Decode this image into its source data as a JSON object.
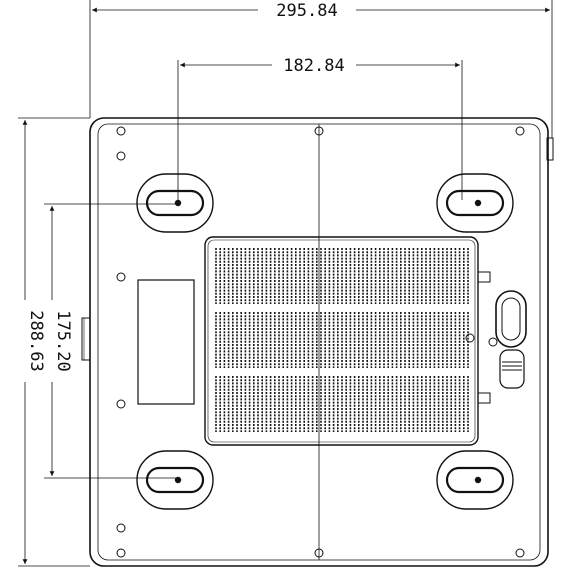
{
  "dimensions": {
    "overall_width": "295.84",
    "foot_spacing_width": "182.84",
    "overall_depth": "288.63",
    "foot_spacing_depth": "175.20"
  },
  "colors": {
    "line": "#111111",
    "background": "#ffffff"
  },
  "vent": {
    "rows": 3
  }
}
